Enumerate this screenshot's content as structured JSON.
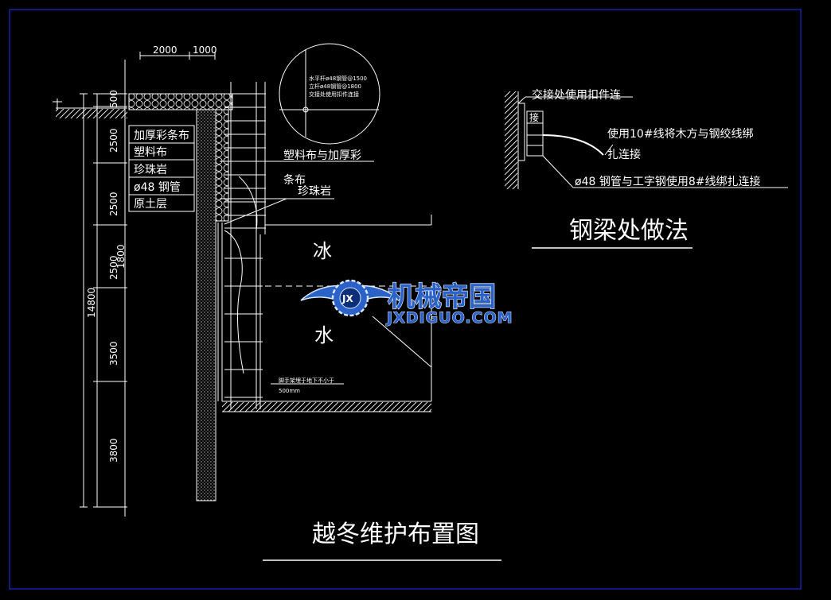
{
  "colors": {
    "frame": "#1c25c8",
    "lines": "#ffffff",
    "watermark": "#2a62c8"
  },
  "main_drawing": {
    "title": "越冬维护布置图",
    "top_dims": [
      "2000",
      "1000"
    ],
    "left_dims": [
      "500",
      "2500",
      "2500",
      "2500",
      "3500",
      "3800"
    ],
    "overall_dim": "14800",
    "inner_dim": "1800",
    "layer_labels": [
      "加厚彩条布",
      "塑料布",
      "珍珠岩",
      "ø48 钢管",
      "原土层"
    ],
    "callout_lines": [
      "塑料布与加厚彩",
      "条布"
    ],
    "callout_pearlite": "珍珠岩",
    "ice_chars": [
      "冰",
      "水"
    ],
    "detail_bubble_notes": [
      "水平杆ø48钢管@1500",
      "立杆ø48钢管@1800",
      "交接处使用扣件连接"
    ],
    "depth_note_lines": [
      "脚手架埋于地下不小于",
      "500mm"
    ]
  },
  "steel_beam_detail": {
    "title": "钢梁处做法",
    "notes": [
      "交接处使用扣件连",
      "使用10#线将木方与钢绞线绑",
      "扎连接",
      "ø48 钢管与工字钢使用8#线绑扎连接"
    ],
    "tag": "接"
  },
  "watermark": {
    "cn": "机械帝国",
    "en": "JXDIGUO.COM",
    "badge": "JX"
  }
}
